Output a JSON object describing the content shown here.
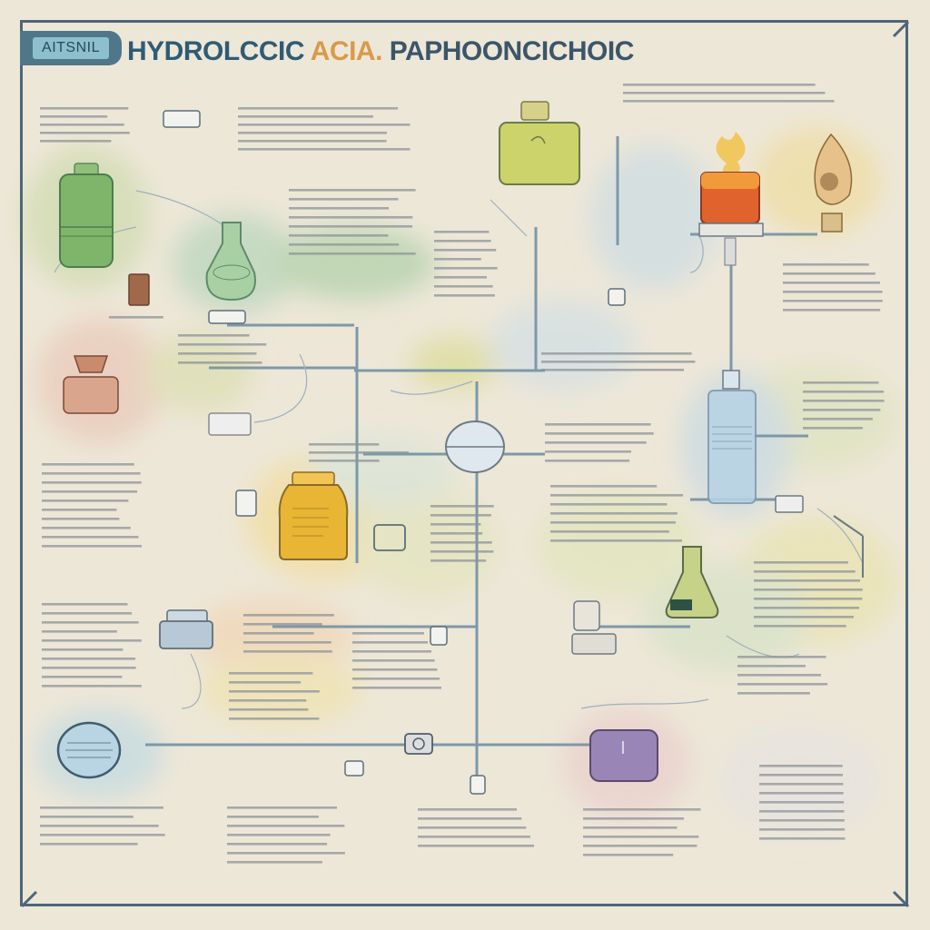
{
  "header": {
    "tag_label": "AITSNIL",
    "title_part1": "HYDROLCCIC",
    "title_part2": "ACIA.",
    "title_part3": "PAPHOONCICHOIC"
  },
  "colors": {
    "background": "#ede7d8",
    "frame": "#4e6677",
    "pipe": "#7e98a8",
    "text_line": "#8d939a",
    "green": "#7fb56a",
    "yellow": "#e8b534",
    "red": "#d9542a",
    "purple": "#9a86b6",
    "blue": "#8ec3da",
    "olive": "#c9cf72"
  },
  "icons": [
    "green-bottle-icon",
    "flask-icon",
    "beaker-icon",
    "cup-icon",
    "burner-icon",
    "monitor-icon",
    "lamp-icon",
    "yellow-jar-icon",
    "round-flask-icon",
    "cylinder-tank-icon",
    "conical-flask-icon",
    "printer-icon",
    "purple-tank-icon",
    "round-gauge-icon",
    "pump-icon"
  ]
}
